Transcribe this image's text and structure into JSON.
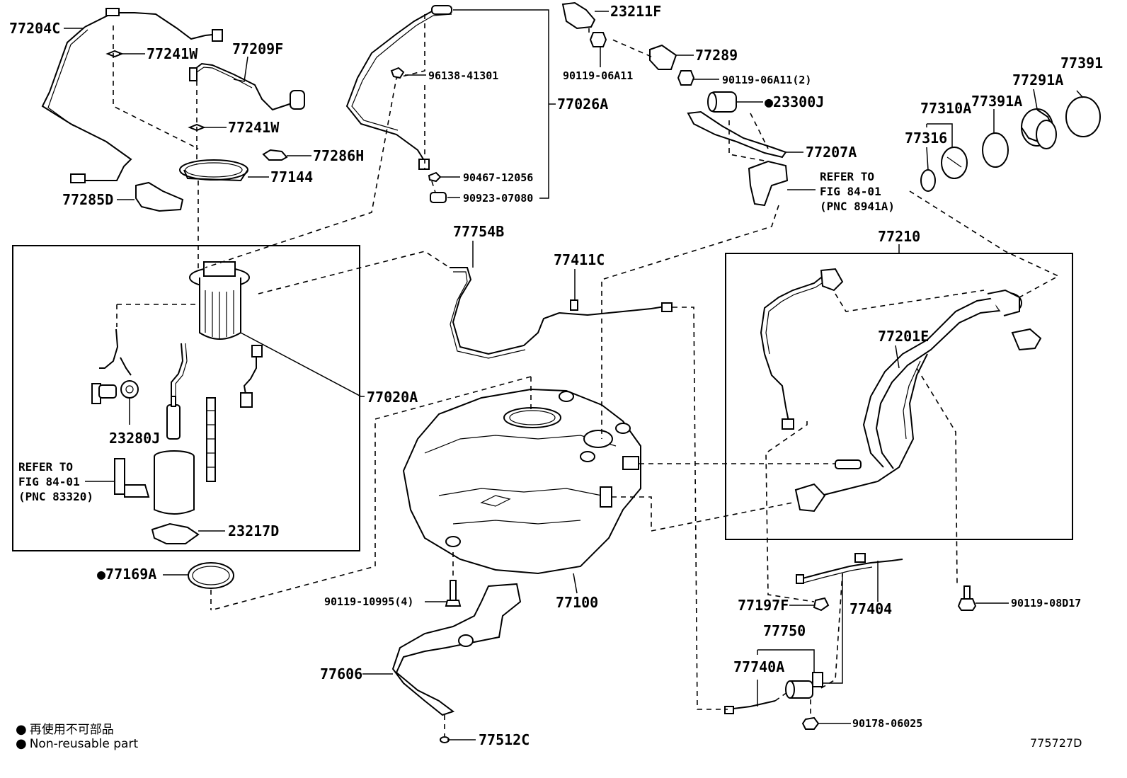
{
  "labels": {
    "p77204C": "77204C",
    "p77241W_a": "77241W",
    "p77209F": "77209F",
    "p77241W_b": "77241W",
    "p77286H": "77286H",
    "p77144": "77144",
    "p77285D": "77285D",
    "p23211F": "23211F",
    "p77289": "77289",
    "p90119_06A11": "90119-06A11",
    "p90119_06A11_2": "90119-06A11(2)",
    "p96138_41301": "96138-41301",
    "p77026A": "77026A",
    "p23300J": "●23300J",
    "p77207A": "77207A",
    "p90467_12056": "90467-12056",
    "p90923_07080": "90923-07080",
    "p77391": "77391",
    "p77291A": "77291A",
    "p77391A": "77391A",
    "p77310A": "77310A",
    "p77316": "77316",
    "p77754B": "77754B",
    "p77411C": "77411C",
    "p77210": "77210",
    "p77201E": "77201E",
    "p77020A": "77020A",
    "p23280J": "23280J",
    "p23217D": "23217D",
    "p77169A": "●77169A",
    "p90119_10995": "90119-10995(4)",
    "p77100": "77100",
    "p77606": "77606",
    "p77512C": "77512C",
    "p77197F": "77197F",
    "p77404": "77404",
    "p77750": "77750",
    "p77740A": "77740A",
    "p90178_06025": "90178-06025",
    "p90119_08D17": "90119-08D17"
  },
  "refs": {
    "ref_right": [
      "REFER TO",
      "FIG 84-01",
      "(PNC 8941A)"
    ],
    "ref_left": [
      "REFER TO",
      "FIG 84-01",
      "(PNC 83320)"
    ]
  },
  "legend": {
    "line1": "再使用不可部品",
    "line2": "Non-reusable part",
    "bullet": "●"
  },
  "diagram_id": "775727D"
}
